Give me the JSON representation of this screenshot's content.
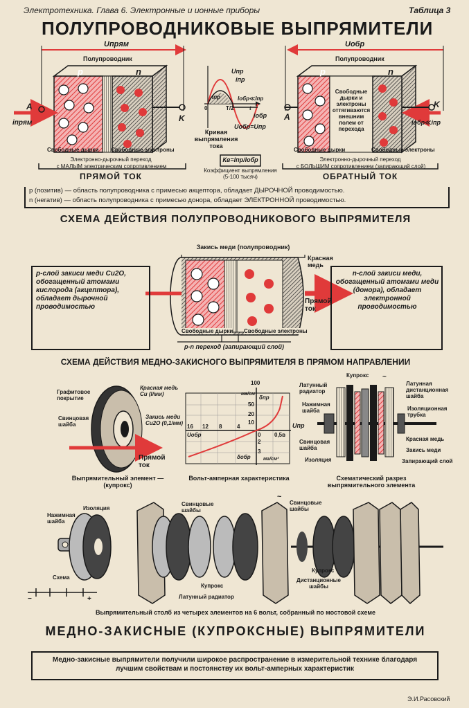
{
  "header": {
    "left": "Электротехника. Глава 6. Электронные и ионные приборы",
    "right": "Таблица 3"
  },
  "title": "ПОЛУПРОВОДНИКОВЫЕ ВЫПРЯМИТЕЛИ",
  "top": {
    "forward": {
      "voltage": "Uпрям",
      "block_label": "Полупроводник",
      "p": "p",
      "n": "n",
      "terminal_a": "A",
      "terminal_k": "K",
      "current": "iпрям",
      "holes": "Свободные дырки",
      "electrons": "Свободные электроны",
      "junction_line1": "Электронно-дырочный переход",
      "junction_line2": "с МАЛЫМ электрическим сопротивлением",
      "caption": "ПРЯМОЙ ТОК"
    },
    "center": {
      "i_pr": "iпр",
      "u_pr": "Uпр",
      "i_pr_big": "Iпр",
      "i_obr_ll": "Iобр≪Iпр",
      "i_obr": "iобр",
      "u_obr": "Uобр=Uпр",
      "zero": "0",
      "half_t": "T/2",
      "t": "t",
      "curve_caption": "Кривая выпрямления тока",
      "formula": "Кв=Iпр/Iобр",
      "coef_line1": "Коэффициент выпрямления",
      "coef_line2": "(5-100 тысяч)"
    },
    "reverse": {
      "voltage": "Uобр",
      "block_label": "Полупроводник",
      "p": "p",
      "n": "n",
      "terminal_a": "A",
      "terminal_k": "K",
      "current": "iобр≪iпр",
      "inner_text": "Свободные дырки и электроны оттягиваются внешним полем от перехода",
      "holes": "Свободные дырки",
      "electrons": "Свободные электроны",
      "junction_line1": "Электронно-дырочный переход",
      "junction_line2": "с БОЛЬШИМ сопротивлением (запирающий слой)",
      "caption": "ОБРАТНЫЙ ТОК"
    },
    "legend_p": "p (позитив) — область полупроводника с примесью акцептора, обладает ДЫРОЧНОЙ проводимостью.",
    "legend_n": "n (негатив) — область полупроводника с примесью донора, обладает ЭЛЕКТРОННОЙ проводимостью."
  },
  "scheme1": {
    "title": "СХЕМА ДЕЙСТВИЯ ПОЛУПРОВОДНИКОВОГО ВЫПРЯМИТЕЛЯ",
    "top_label": "Закись меди (полупроводник)",
    "red_copper": "Красная медь",
    "left_text": "p-слой закиси меди Cu2O, обогащенный атомами кислорода (акцептора), обладает дырочной проводимостью",
    "right_text": "n-слой закиси меди, обогащенный атомами меди (донора), обладает электронной проводимостью",
    "forward": "Прямой ток",
    "holes": "Свободные дырки",
    "electrons": "Свободные электроны",
    "pn": "p-n переход (запирающий слой)"
  },
  "scheme2": {
    "title": "СХЕМА ДЕЙСТВИЯ МЕДНО-ЗАКИСНОГО ВЫПРЯМИТЕЛЯ В ПРЯМОМ НАПРАВЛЕНИИ",
    "element": {
      "graphite": "Графитовое покрытие",
      "lead": "Свинцовая шайба",
      "red_copper": "Красная медь Cu (I/мм)",
      "oxide": "Закись меди Cu2O (0,1/мм)",
      "forward": "Прямой ток",
      "caption": "Выпрямительный элемент — (купрокс)"
    },
    "graph": {
      "top_100": "100",
      "ma_cm2": "ма/см²",
      "delta_pr": "δпр",
      "u_pr": "Uпр",
      "u_obr": "Uобр",
      "delta_obr": "δобр",
      "ma_cm2_bottom": "ма/см²",
      "x_ticks": [
        "16",
        "12",
        "8",
        "4",
        "0",
        "0,5в"
      ],
      "y_ticks": [
        "50",
        "20",
        "10",
        "0",
        "2",
        "3"
      ],
      "caption": "Вольт-амперная характеристика"
    },
    "section": {
      "kuprox": "Купрокс",
      "brass_radiator": "Латунный радиатор",
      "brass_spacer": "Латунная дистанционная шайба",
      "press_washer": "Нажимная шайба",
      "insulating_tube": "Изоляционная трубка",
      "lead_washer": "Свинцовая шайба",
      "insulation": "Изоляция",
      "red_copper": "Красная медь",
      "copper_oxide": "Закись меди",
      "blocking": "Запирающий слой",
      "tilde": "~",
      "caption": "Схематический разрез выпрямительного элемента"
    }
  },
  "stack": {
    "press_washer": "Нажимная шайба",
    "insulation": "Изоляция",
    "lead_washers1": "Свинцовые шайбы",
    "lead_washers2": "Свинцовые шайбы",
    "kuprox1": "Купрокс",
    "kuprox2": "Купрокс",
    "brass_radiator": "Латунный радиатор",
    "spacer": "Дистанционные шайбы",
    "scheme": "Схема",
    "plus": "+",
    "minus": "−",
    "tilde": "~",
    "caption": "Выпрямительный столб из четырех элементов на 6 вольт, собранный по мостовой схеме"
  },
  "bottom_title": "МЕДНО-ЗАКИСНЫЕ (КУПРОКСНЫЕ) ВЫПРЯМИТЕЛИ",
  "footer_box": "Медно-закисные выпрямители получили широкое распространение в измерительной технике благодаря лучшим свойствам и постоянству их вольт-амперных характеристик",
  "author": "Э.И.Расовский",
  "colors": {
    "red": "#e03a3a",
    "pink": "#f2a7a7",
    "ink": "#1a1a1a",
    "paper": "#efe6d3"
  }
}
